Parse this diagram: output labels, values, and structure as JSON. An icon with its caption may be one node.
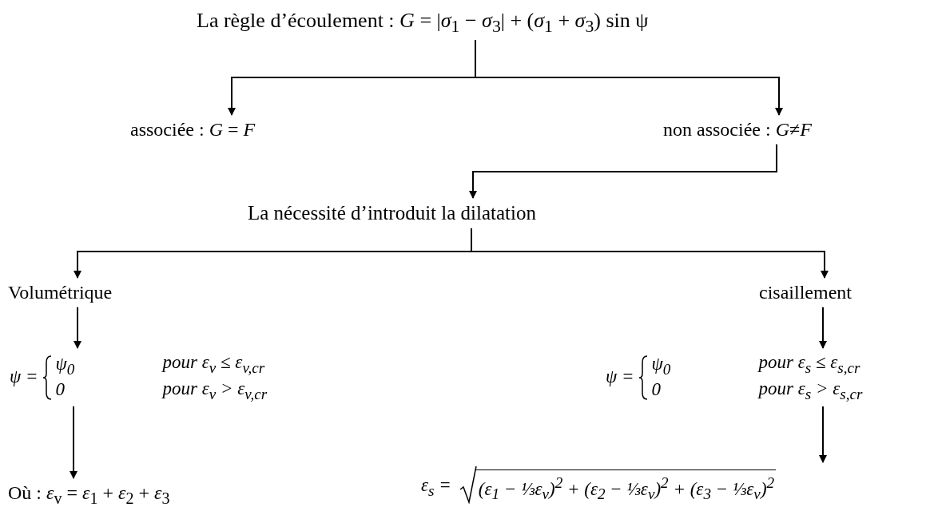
{
  "diagram": {
    "nodes": [
      {
        "text": [
          "La règle d’écoulement : *G* = |*σ*$_{1}$ − *σ*$_{3}$| + (*σ*$_{1}$ + *σ*$_{3}$) sin ψ"
        ]
      },
      {
        "text": [
          "associée : *G* = *F*"
        ]
      },
      {
        "text": [
          "non associée : *G*≠*F*"
        ]
      },
      {
        "text": [
          "La nécessité d’introduit la dilatation"
        ]
      },
      {
        "text": [
          "Volumétrique"
        ]
      },
      {
        "text": [
          "cisaillement"
        ]
      },
      {
        "text": [
          "ψ =",
          "ψ$_{0}$",
          "0",
          "pour ε$_{v}$ ≤ ε$_{v,cr}$",
          "pour ε$_{v}$ > ε$_{v,cr}$"
        ]
      },
      {
        "text": [
          "ψ =",
          "ψ$_{0}$",
          "0",
          "pour ε$_{s}$ ≤ ε$_{s,cr}$",
          "pour ε$_{s}$ > ε$_{s,cr}$"
        ]
      },
      {
        "text": [
          "Où : *ε*$_{v}$ = *ε*$_{1}$ + *ε*$_{2}$ + *ε*$_{3}$"
        ]
      },
      {
        "text": [
          "ε$_{s}$ =",
          "(ε$_{1}$ − ⅓ε$_{v}$)$^{2}$ + (ε$_{2}$ − ⅓ε$_{v}$)$^{2}$ + (ε$_{3}$ − ⅓ε$_{v}$)$^{2}$"
        ]
      }
    ],
    "edges": [
      {
        "from": 0,
        "to": 1,
        "arrow": "to"
      },
      {
        "from": 0,
        "to": 2,
        "arrow": "to"
      },
      {
        "from": 2,
        "to": 3,
        "arrow": "to"
      },
      {
        "from": 3,
        "to": 4,
        "arrow": "to"
      },
      {
        "from": 3,
        "to": 5,
        "arrow": "to"
      },
      {
        "from": 4,
        "to": 6,
        "arrow": "to"
      },
      {
        "from": 5,
        "to": 7,
        "arrow": "to"
      },
      {
        "from": 6,
        "to": 8,
        "arrow": "to"
      },
      {
        "from": 7,
        "to": 9,
        "arrow": "to"
      }
    ]
  }
}
